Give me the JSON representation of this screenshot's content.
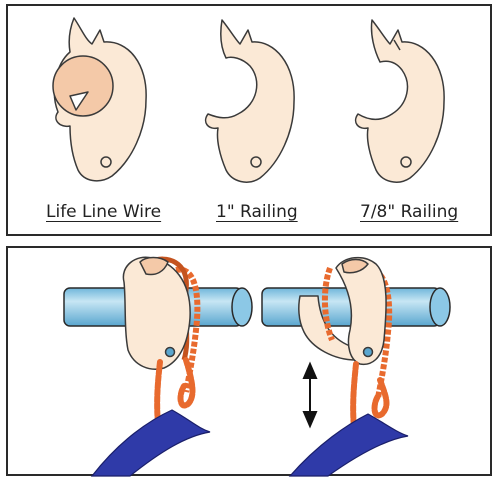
{
  "diagram": {
    "captions": [
      "Life Line Wire",
      "1\" Railing",
      "7/8\" Railing"
    ],
    "colors": {
      "clip_fill": "#fbe9d6",
      "clip_stroke": "#3a3a3a",
      "wire_fill": "#f4c9a8",
      "rail_fill": "#8cc8e6",
      "rail_highlight": "#c7e6f4",
      "rope": "#e86a2e",
      "sail": "#2f3aa8",
      "arrow": "#111111",
      "border": "#2a2a2a"
    },
    "icons": [
      "clip-life-line-wire",
      "clip-one-inch-railing",
      "clip-seven-eighths-railing",
      "clip-on-rail",
      "clip-sliding-on-rail",
      "double-arrow-icon"
    ]
  }
}
